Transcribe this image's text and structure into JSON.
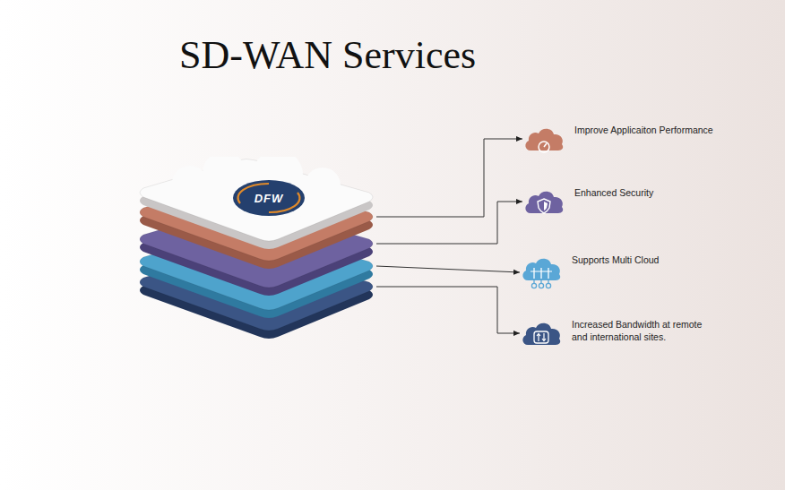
{
  "diagram": {
    "title": "SD-WAN Services",
    "nodes": [
      {
        "text": [
          "DFW"
        ]
      },
      {
        "text": [
          "Improve Applicaiton Performance"
        ]
      },
      {
        "text": [
          "Enhanced Security"
        ]
      },
      {
        "text": [
          "Supports Multi Cloud"
        ]
      },
      {
        "text": [
          "Increased Bandwidth at remote and international sites."
        ]
      }
    ],
    "edges": [
      {
        "from": 0,
        "to": 1,
        "arrow": "to"
      },
      {
        "from": 0,
        "to": 2,
        "arrow": "to"
      },
      {
        "from": 0,
        "to": 3,
        "arrow": "to"
      },
      {
        "from": 0,
        "to": 4,
        "arrow": "to"
      }
    ]
  }
}
